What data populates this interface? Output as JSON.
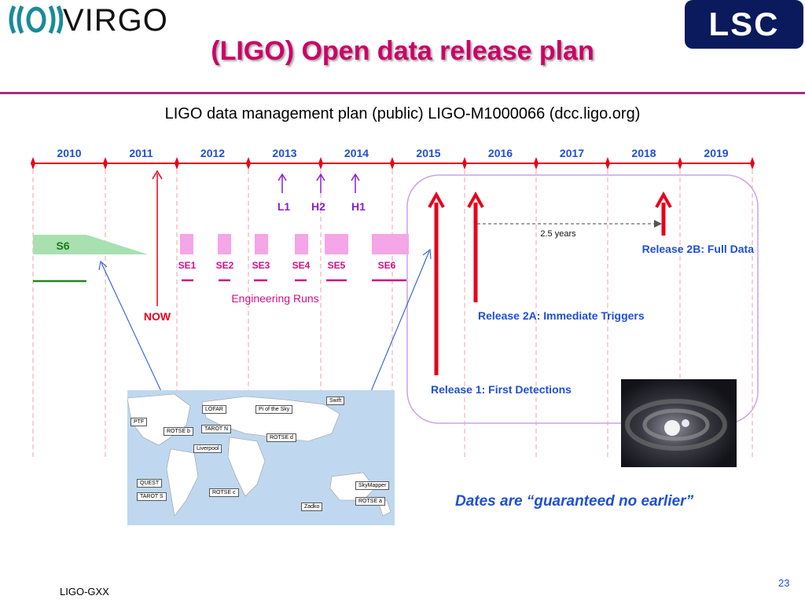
{
  "header": {
    "title": "(LIGO) Open data release plan",
    "virgo_logo_text": "VIRGO",
    "lsc_logo_text": "LSC"
  },
  "subtitle": "LIGO data management plan (public) LIGO-M1000066 (dcc.ligo.org)",
  "timeline": {
    "years": [
      "2010",
      "2011",
      "2012",
      "2013",
      "2014",
      "2015",
      "2016",
      "2017",
      "2018",
      "2019"
    ],
    "marker_color": "#e8001c",
    "year_label_color": "#1f4fd6"
  },
  "detectors": [
    "L1",
    "H2",
    "H1"
  ],
  "runs": {
    "s6_label": "S6",
    "engineering_runs": [
      "SE1",
      "SE2",
      "SE3",
      "SE4",
      "SE5",
      "SE6"
    ],
    "engineering_label": "Engineering Runs",
    "run_color": "#f4a6e6"
  },
  "now_label": "NOW",
  "releases": {
    "gap_label": "2.5 years",
    "release_2b": "Release 2B: Full Data",
    "release_2a": "Release 2A: Immediate Triggers",
    "release_1": "Release 1: First Detections"
  },
  "map_labels": {
    "lofar": "LOFAR",
    "pi_of_the_sky": "Pi of the Sky",
    "swift": "Swift",
    "ptf": "PTF",
    "rotse_b": "ROTSE b",
    "tarot_n": "TAROT N",
    "rotse_d": "ROTSE d",
    "liverpool": "Liverpool",
    "quest": "QUEST",
    "tarot_s": "TAROT S",
    "rotse_c": "ROTSE c",
    "skymapper": "SkyMapper",
    "rotse_a": "ROTSE a",
    "zadko": "Zadko"
  },
  "notice": "Dates are “guaranteed no earlier”",
  "footer": {
    "left": "LIGO-GXX",
    "page": "23"
  }
}
